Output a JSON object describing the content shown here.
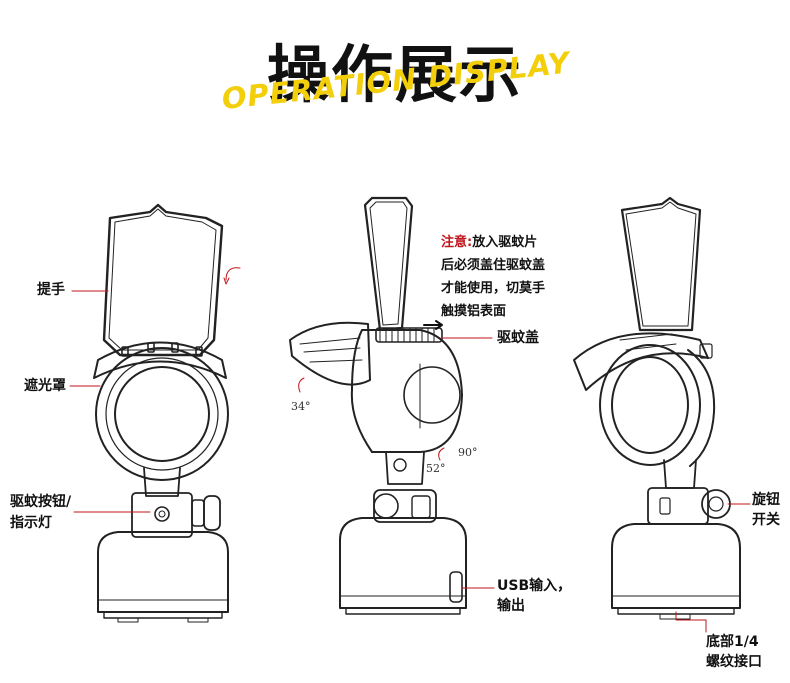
{
  "title": {
    "cn": "操作展示",
    "en": "OPERATION DISPLAY"
  },
  "labels": {
    "handle": "提手",
    "shade": "遮光罩",
    "button": "驱蚊按钮/",
    "button2": "指示灯",
    "cover": "驱蚊盖",
    "usb": "USB输入，",
    "usb2": "输出",
    "knob": "旋钮",
    "knob2": "开关",
    "base": "底部1/4",
    "base2": "螺纹接口"
  },
  "note": {
    "prefix": "注意:",
    "line1": "放入驱蚊片",
    "line2": "后必须盖住驱蚊盖",
    "line3": "才能使用，切莫手",
    "line4": "触摸铝表面"
  },
  "angles": {
    "a34": "34°",
    "a90": "90°",
    "a52": "52°"
  },
  "colors": {
    "accent_red": "#c0151b",
    "title_yellow": "#f2cf0a"
  }
}
